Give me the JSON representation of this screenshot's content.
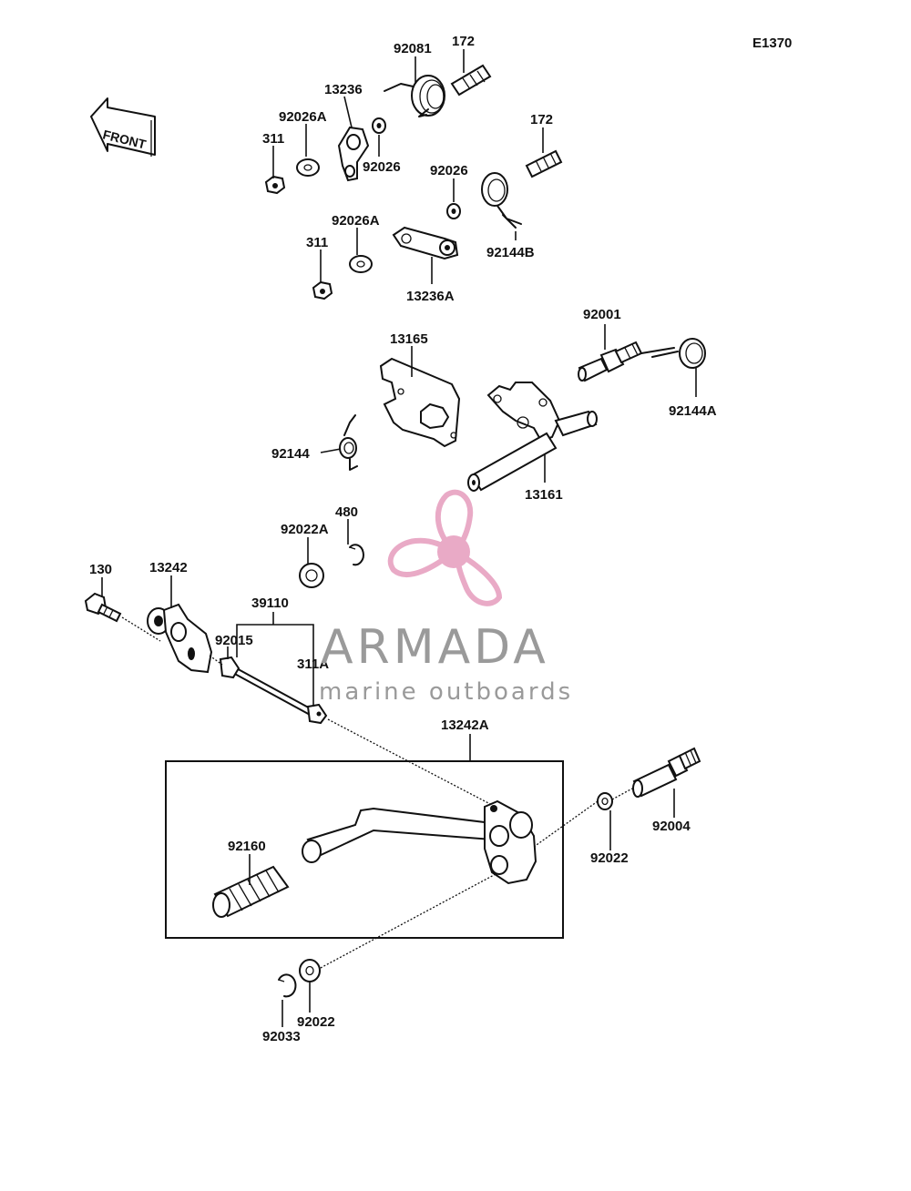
{
  "diagram_code": "E1370",
  "front_label": "FRONT",
  "parts": [
    {
      "id": "p1",
      "label": "92081"
    },
    {
      "id": "p2",
      "label": "172"
    },
    {
      "id": "p3",
      "label": "13236"
    },
    {
      "id": "p4",
      "label": "92026A"
    },
    {
      "id": "p5",
      "label": "311"
    },
    {
      "id": "p6",
      "label": "92026"
    },
    {
      "id": "p7",
      "label": "172"
    },
    {
      "id": "p8",
      "label": "92026"
    },
    {
      "id": "p9",
      "label": "92144B"
    },
    {
      "id": "p10",
      "label": "92026A"
    },
    {
      "id": "p11",
      "label": "311"
    },
    {
      "id": "p12",
      "label": "13236A"
    },
    {
      "id": "p13",
      "label": "92001"
    },
    {
      "id": "p14",
      "label": "13165"
    },
    {
      "id": "p15",
      "label": "92144A"
    },
    {
      "id": "p16",
      "label": "92144"
    },
    {
      "id": "p17",
      "label": "13161"
    },
    {
      "id": "p18",
      "label": "92022A"
    },
    {
      "id": "p19",
      "label": "480"
    },
    {
      "id": "p20",
      "label": "130"
    },
    {
      "id": "p21",
      "label": "13242"
    },
    {
      "id": "p22",
      "label": "39110"
    },
    {
      "id": "p23",
      "label": "92015"
    },
    {
      "id": "p24",
      "label": "311A"
    },
    {
      "id": "p25",
      "label": "13242A"
    },
    {
      "id": "p26",
      "label": "92004"
    },
    {
      "id": "p27",
      "label": "92022"
    },
    {
      "id": "p28",
      "label": "92160"
    },
    {
      "id": "p29",
      "label": "92022"
    },
    {
      "id": "p30",
      "label": "92033"
    }
  ],
  "watermark": {
    "brand": "ARMADA",
    "tagline": "marine outboards",
    "logo_color": "#e8a6c4",
    "text_color": "#9a9a9a"
  }
}
